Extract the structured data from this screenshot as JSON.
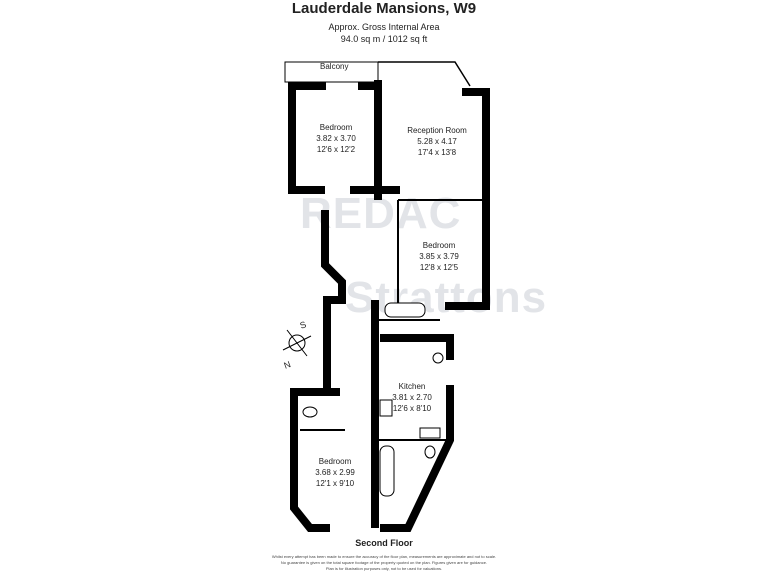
{
  "header": {
    "title": "Lauderdale Mansions, W9",
    "area_label": "Approx. Gross Internal Area",
    "area_value": "94.0 sq m / 1012 sq ft"
  },
  "watermark": {
    "line1": "REDAC",
    "line2": "Strattons"
  },
  "rooms": [
    {
      "name": "Bedroom",
      "metric": "3.82 x 3.70",
      "imperial": "12'6 x 12'2"
    },
    {
      "name": "Reception Room",
      "metric": "5.28 x 4.17",
      "imperial": "17'4 x 13'8"
    },
    {
      "name": "Bedroom",
      "metric": "3.85 x 3.79",
      "imperial": "12'8 x 12'5"
    },
    {
      "name": "Kitchen",
      "metric": "3.81 x 2.70",
      "imperial": "12'6 x 8'10"
    },
    {
      "name": "Bedroom",
      "metric": "3.68 x 2.99",
      "imperial": "12'1 x 9'10"
    }
  ],
  "balcony": "Balcony",
  "compass": {
    "north": "N",
    "south": "S"
  },
  "floor_label": "Second Floor",
  "disclaimer": [
    "Whilst every attempt has been made to ensure the accuracy of the floor plan, measurements are approximate and not to scale.",
    "No guarantee is given on the total square footage of the property quoted on the plan. Figures given are for guidance.",
    "Plan is for illustration purposes only, not to be used for valuations."
  ]
}
